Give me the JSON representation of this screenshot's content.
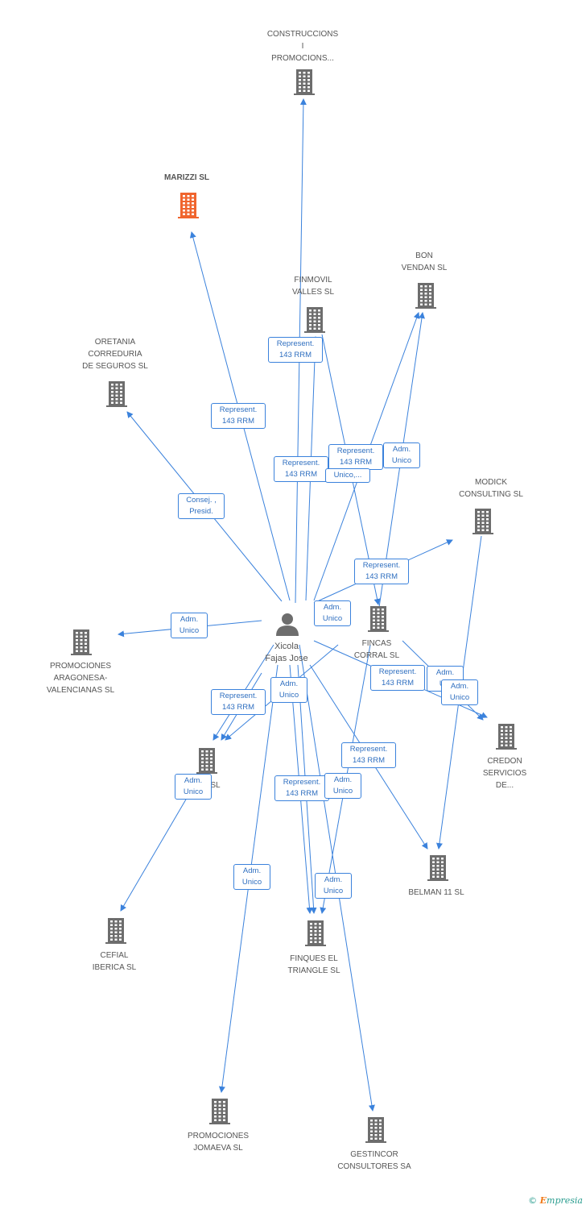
{
  "colors": {
    "edge": "#3b82dc",
    "building": "#6d6d6d",
    "highlight": "#f0652e",
    "person": "#6d6d6d"
  },
  "person": {
    "label": "Xicola\nFajas Jose",
    "icon": "person-icon"
  },
  "companies": [
    {
      "id": "construccions",
      "label": "CONSTRUCCIONS\nI\nPROMOCIONS...",
      "highlight": false
    },
    {
      "id": "marizzi",
      "label": "MARIZZI SL",
      "highlight": true
    },
    {
      "id": "finmovil",
      "label": "FINMOVIL\nVALLES SL",
      "highlight": false
    },
    {
      "id": "bonvendan",
      "label": "BON\nVENDAN SL",
      "highlight": false
    },
    {
      "id": "oretania",
      "label": "ORETANIA\nCORREDURIA\nDE SEGUROS SL",
      "highlight": false
    },
    {
      "id": "modick",
      "label": "MODICK\nCONSULTING SL",
      "highlight": false
    },
    {
      "id": "aragonesa",
      "label": "PROMOCIONES\nARAGONESA-\nVALENCIANAS SL",
      "highlight": false
    },
    {
      "id": "fincas",
      "label": "FINCAS\nCORRAL SL",
      "highlight": false
    },
    {
      "id": "credon",
      "label": "CREDON\nSERVICIOS\nDE...",
      "highlight": false
    },
    {
      "id": "x05",
      "label": "I...05 SL",
      "highlight": false
    },
    {
      "id": "belman",
      "label": "BELMAN 11 SL",
      "highlight": false
    },
    {
      "id": "cefial",
      "label": "CEFIAL\nIBERICA SL",
      "highlight": false
    },
    {
      "id": "finques",
      "label": "FINQUES EL\nTRIANGLE SL",
      "highlight": false
    },
    {
      "id": "jomaeva",
      "label": "PROMOCIONES\nJOMAEVA SL",
      "highlight": false
    },
    {
      "id": "gestincor",
      "label": "GESTINCOR\nCONSULTORES SA",
      "highlight": false
    }
  ],
  "edge_labels": [
    {
      "id": "e1",
      "text": "Represent.\n143 RRM"
    },
    {
      "id": "e2",
      "text": "Represent.\n143 RRM"
    },
    {
      "id": "e3",
      "text": "Represent.\n143 RRM"
    },
    {
      "id": "e4",
      "text": "Represent.\n143 RRM"
    },
    {
      "id": "e5",
      "text": "Unico,..."
    },
    {
      "id": "e6",
      "text": "Adm.\nUnico"
    },
    {
      "id": "e7",
      "text": "Consej. ,\nPresid."
    },
    {
      "id": "e8",
      "text": "Represent.\n143 RRM"
    },
    {
      "id": "e9",
      "text": "Adm.\nUnico"
    },
    {
      "id": "e10",
      "text": "Adm.\nUnico"
    },
    {
      "id": "e11",
      "text": "Represent.\n143 RRM"
    },
    {
      "id": "e12",
      "text": "Adm.\nUni"
    },
    {
      "id": "e13",
      "text": "Adm.\nUnico"
    },
    {
      "id": "e14",
      "text": "Represent.\n143 RRM"
    },
    {
      "id": "e15",
      "text": "Adm.\nUnico"
    },
    {
      "id": "e16",
      "text": "Represent.\n143 RRM"
    },
    {
      "id": "e17",
      "text": "Adm.\nUnico"
    },
    {
      "id": "e18",
      "text": "Represent.\n143 RRM"
    },
    {
      "id": "e19",
      "text": "Adm.\nUnico"
    },
    {
      "id": "e20",
      "text": "Adm.\nUnico"
    },
    {
      "id": "e21",
      "text": "Adm.\nUnico"
    },
    {
      "id": "e22",
      "text": "Adm.\nUnico"
    }
  ],
  "footer": {
    "copyright": "©",
    "brand_first": "E",
    "brand_rest": "mpresia"
  }
}
